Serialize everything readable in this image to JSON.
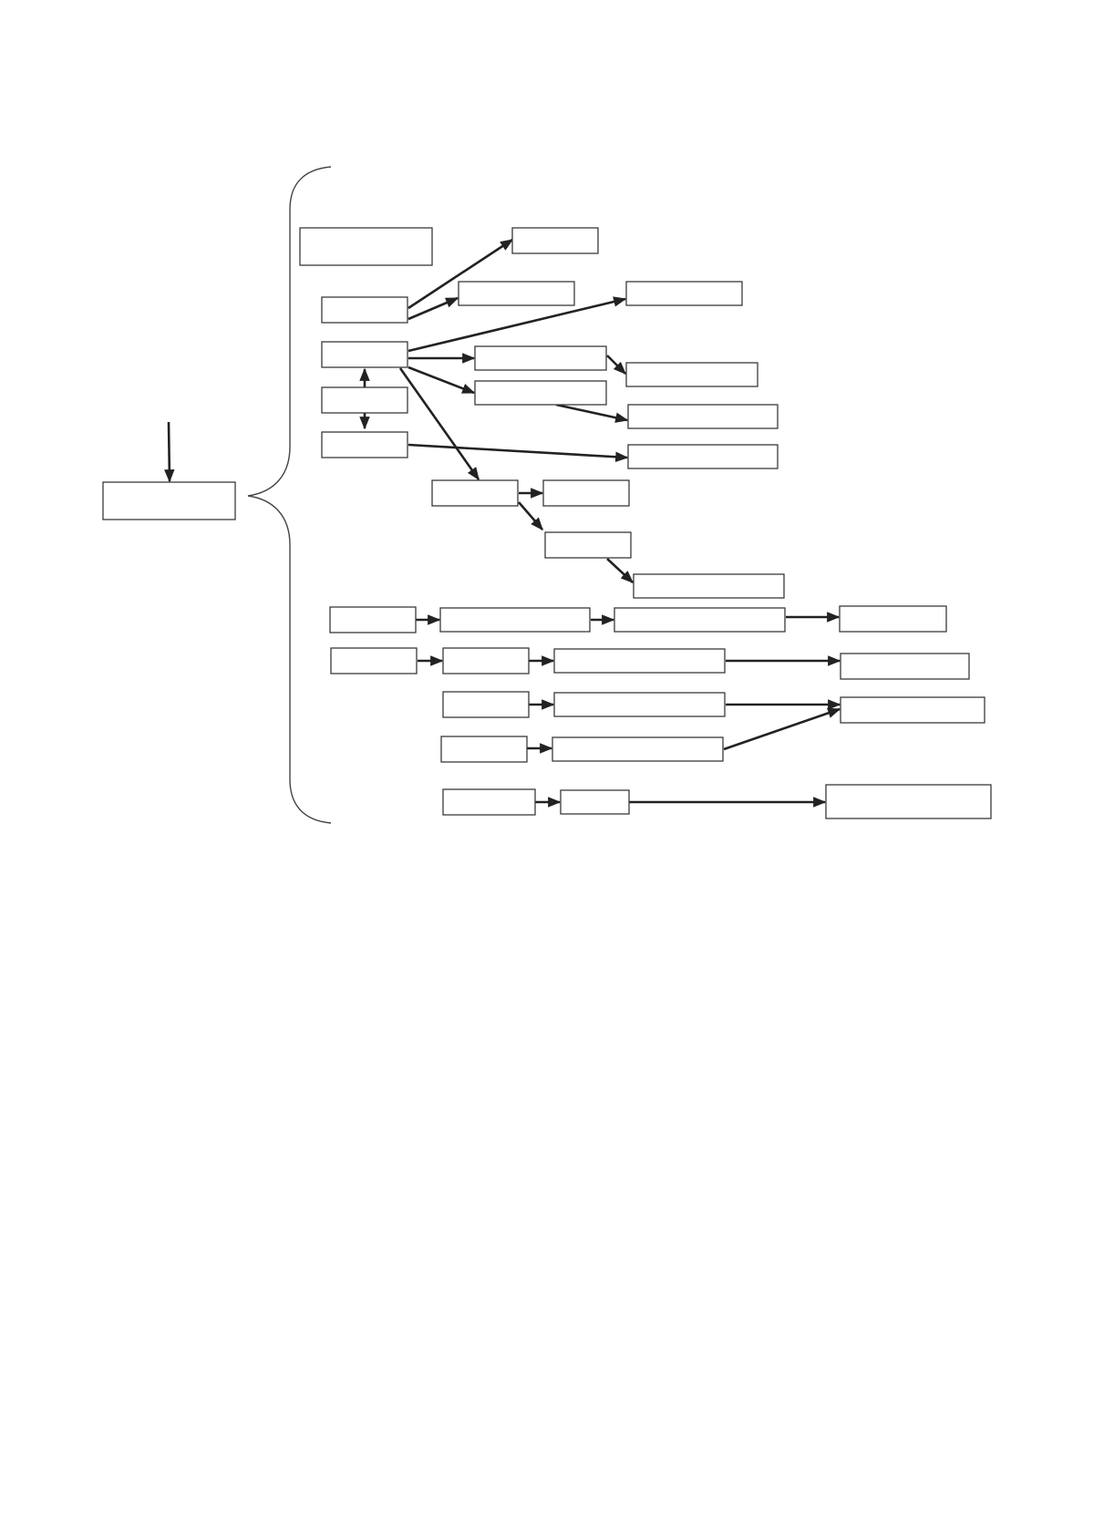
{
  "colors": {
    "stroke": "#3a3a3a",
    "arrow": "#222222",
    "background": "#ffffff"
  },
  "diagram": {
    "type": "concept-map-blank",
    "nodes": [
      {
        "id": "root",
        "label": ""
      },
      {
        "id": "n1",
        "label": ""
      },
      {
        "id": "n2",
        "label": ""
      },
      {
        "id": "n3",
        "label": ""
      },
      {
        "id": "n4",
        "label": ""
      },
      {
        "id": "n5",
        "label": ""
      },
      {
        "id": "n6",
        "label": ""
      },
      {
        "id": "n7",
        "label": ""
      },
      {
        "id": "n8",
        "label": ""
      },
      {
        "id": "n9",
        "label": ""
      },
      {
        "id": "n10",
        "label": ""
      },
      {
        "id": "n11",
        "label": ""
      },
      {
        "id": "n12",
        "label": ""
      },
      {
        "id": "n13",
        "label": ""
      },
      {
        "id": "n14",
        "label": ""
      },
      {
        "id": "n15",
        "label": ""
      },
      {
        "id": "n16",
        "label": ""
      },
      {
        "id": "n17",
        "label": ""
      },
      {
        "id": "n18",
        "label": ""
      },
      {
        "id": "n19",
        "label": ""
      },
      {
        "id": "n20",
        "label": ""
      },
      {
        "id": "n21",
        "label": ""
      },
      {
        "id": "n22",
        "label": ""
      },
      {
        "id": "n23",
        "label": ""
      },
      {
        "id": "n24",
        "label": ""
      },
      {
        "id": "n25",
        "label": ""
      },
      {
        "id": "n26",
        "label": ""
      },
      {
        "id": "n27",
        "label": ""
      },
      {
        "id": "n28",
        "label": ""
      },
      {
        "id": "n29",
        "label": ""
      },
      {
        "id": "n30",
        "label": ""
      },
      {
        "id": "n31",
        "label": ""
      },
      {
        "id": "n32",
        "label": ""
      },
      {
        "id": "n33",
        "label": ""
      }
    ],
    "edges": [
      {
        "from": "n2",
        "to": "n30"
      },
      {
        "from": "n2",
        "to": "n5"
      },
      {
        "from": "n3",
        "to": "n6"
      },
      {
        "from": "n3",
        "to": "n7"
      },
      {
        "from": "n3",
        "to": "n9"
      },
      {
        "from": "n3",
        "to": "n12"
      },
      {
        "from": "n7",
        "to": "n8"
      },
      {
        "from": "n9",
        "to": "n10"
      },
      {
        "from": "n4",
        "to": "n11"
      },
      {
        "from": "n3",
        "to": "n4",
        "bidirectional": true
      },
      {
        "from": "n4",
        "to": "n31"
      },
      {
        "from": "n12",
        "to": "n13"
      },
      {
        "from": "n12",
        "to": "n14"
      },
      {
        "from": "n14",
        "to": "n15"
      },
      {
        "from": "n16",
        "to": "n17"
      },
      {
        "from": "n17",
        "to": "n18"
      },
      {
        "from": "n18",
        "to": "n19"
      },
      {
        "from": "n20",
        "to": "n21"
      },
      {
        "from": "n21",
        "to": "n22"
      },
      {
        "from": "n22",
        "to": "n23"
      },
      {
        "from": "n24",
        "to": "n25"
      },
      {
        "from": "n25",
        "to": "n26"
      },
      {
        "from": "n27",
        "to": "n28"
      },
      {
        "from": "n28",
        "to": "n26"
      },
      {
        "from": "n29",
        "to": "n32"
      },
      {
        "from": "n32",
        "to": "n33"
      }
    ]
  }
}
